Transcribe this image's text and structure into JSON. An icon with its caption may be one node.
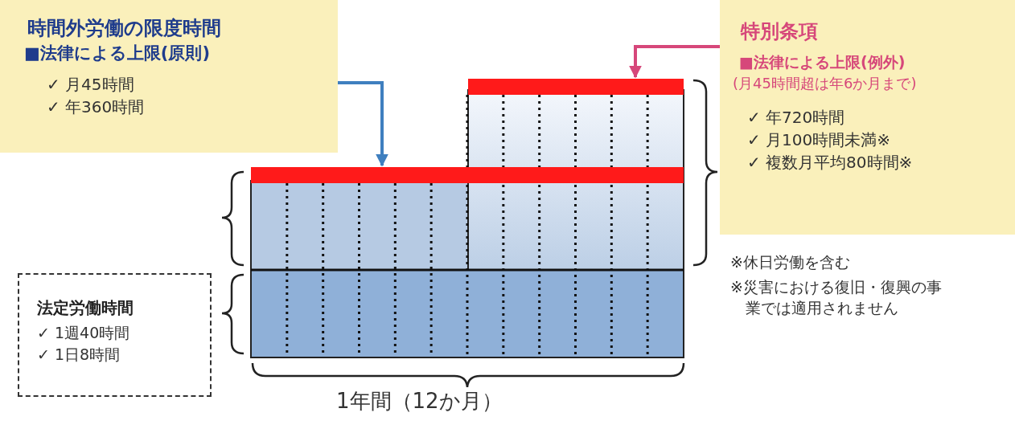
{
  "diagram": {
    "nodes": [
      {
        "text": [
          "時間外労働の限度時間",
          "■法律による上限(原則)",
          "✓ 月45時間",
          "✓ 年360時間"
        ]
      },
      {
        "text": [
          "特別条項",
          "■法律による上限(例外)",
          "(月45時間超は年6か月まで)",
          "✓ 年720時間",
          "✓ 月100時間未満※",
          "✓ 複数月平均80時間※"
        ]
      },
      {
        "text": [
          "法定労働時間",
          "✓ 1週40時間",
          "✓ 1日8時間"
        ]
      },
      {
        "text": [],
        "shape": "bar"
      },
      {
        "text": [],
        "shape": "bar"
      }
    ],
    "edges": [
      {
        "from": 0,
        "to": 3,
        "arrow": "to",
        "color": "#3f7fbf"
      },
      {
        "from": 1,
        "to": 4,
        "arrow": "to",
        "color": "#d6477a"
      }
    ],
    "labels": [
      "※休日労働を含む",
      "※災害における復旧・復興の事業では適用されません",
      "1年間（12か月）"
    ]
  }
}
